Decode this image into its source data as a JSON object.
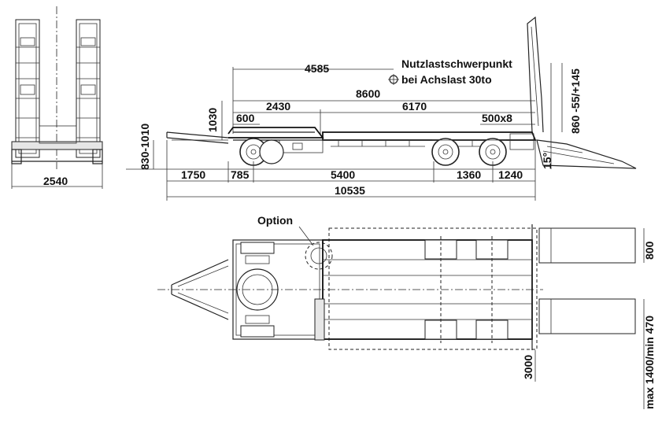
{
  "front_view": {
    "width_dim": "2540"
  },
  "side_view": {
    "dims": {
      "d4585": "4585",
      "d8600": "8600",
      "d2430": "2430",
      "d6170": "6170",
      "d1030": "1030",
      "d600": "600",
      "d500x8": "500x8",
      "d830_1010": "830-1010",
      "d1750": "1750",
      "d785": "785",
      "d5400": "5400",
      "d1360": "1360",
      "d1240": "1240",
      "d10535": "10535",
      "d860": "860 -55/+145",
      "angle": "15°"
    },
    "cog_label_line1": "Nutzlastschwerpunkt",
    "cog_label_line2": "bei Achslast 30to"
  },
  "top_view": {
    "option_label": "Option",
    "d800": "800",
    "d470": "max 1400/min 470",
    "d3000": "3000"
  }
}
